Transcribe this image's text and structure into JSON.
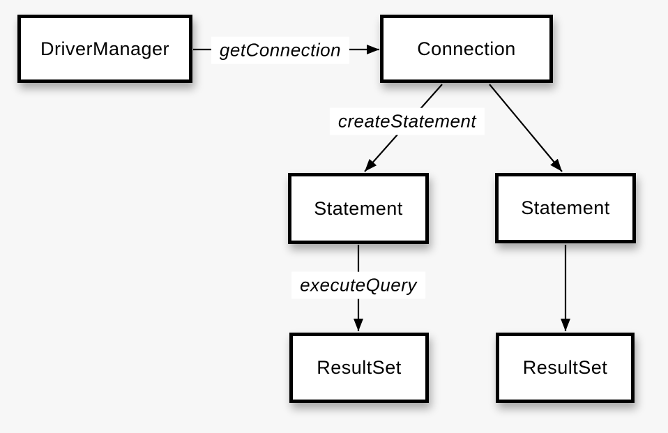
{
  "diagram": {
    "background_color": "#f7f7f7",
    "node_fill_color": "#ffffff",
    "node_border_color": "#000000",
    "text_color": "#000000",
    "edge_label_background_color": "#ffffff",
    "nodes": [
      {
        "id": "drivermanager",
        "label": "DriverManager"
      },
      {
        "id": "connection",
        "label": "Connection"
      },
      {
        "id": "statement_left",
        "label": "Statement"
      },
      {
        "id": "statement_right",
        "label": "Statement"
      },
      {
        "id": "resultset_left",
        "label": "ResultSet"
      },
      {
        "id": "resultset_right",
        "label": "ResultSet"
      }
    ],
    "edge_labels": [
      {
        "edge": "drivermanager_to_connection",
        "label": "getConnection"
      },
      {
        "edge": "connection_to_statement_left",
        "label": "createStatement"
      },
      {
        "edge": "statement_left_to_resultset_left",
        "label": "executeQuery"
      }
    ]
  }
}
